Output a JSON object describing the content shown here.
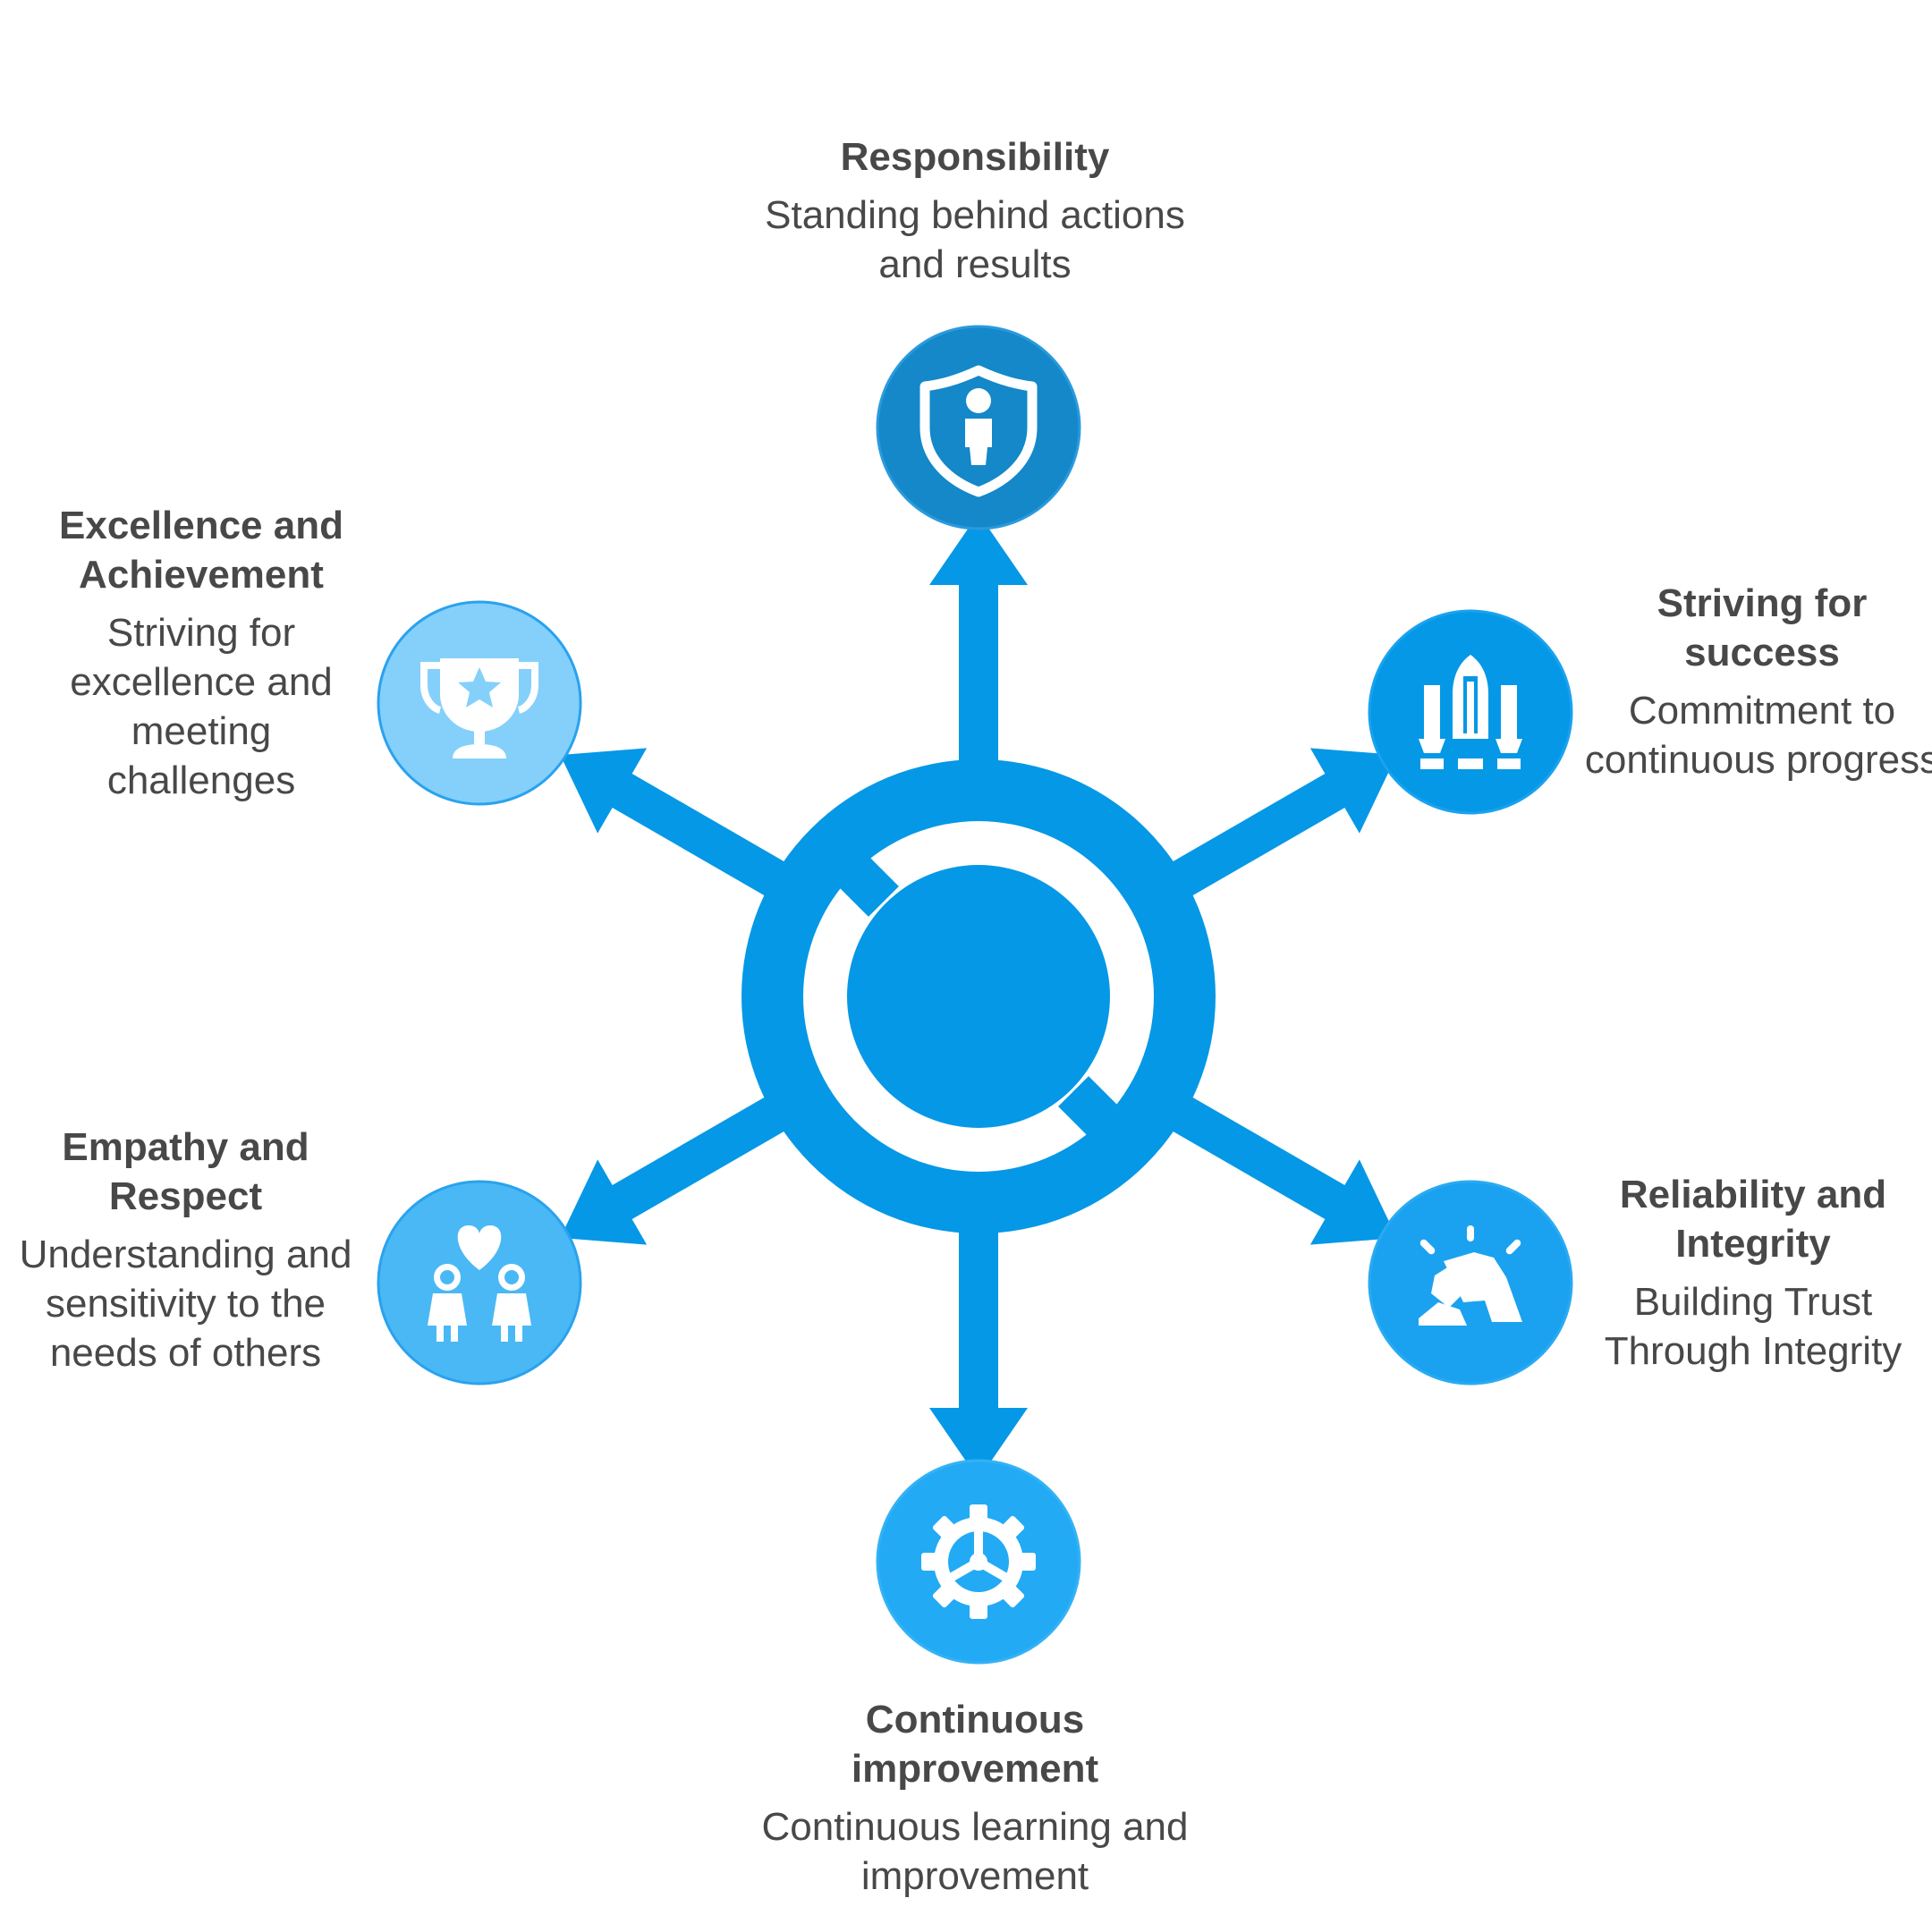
{
  "colors": {
    "hub": "#0598e6",
    "responsibility": "#1488c8",
    "striving": "#0598e6",
    "reliability": "#1aa2f0",
    "continuous": "#22aaf5",
    "empathy": "#4ab8f5",
    "excellence": "#84d0fa",
    "text": "#484848"
  },
  "items": {
    "responsibility": {
      "title": "Responsibility",
      "desc": "Standing behind actions and results",
      "icon": "shield-person-icon"
    },
    "striving": {
      "title": "Striving for success",
      "desc": "Commitment to continuous progress",
      "icon": "rocket-launch-icon"
    },
    "reliability": {
      "title": "Reliability and Integrity",
      "desc": "Building Trust Through Integrity",
      "icon": "handshake-icon"
    },
    "continuous": {
      "title": "Continuous improvement",
      "desc": "Continuous learning and improvement",
      "icon": "gear-icon"
    },
    "empathy": {
      "title": "Empathy and Respect",
      "desc": "Understanding and sensitivity to the needs of others",
      "icon": "people-heart-icon"
    },
    "excellence": {
      "title": "Excellence and Achievement",
      "desc": "Striving for excellence and meeting challenges",
      "icon": "trophy-icon"
    }
  }
}
